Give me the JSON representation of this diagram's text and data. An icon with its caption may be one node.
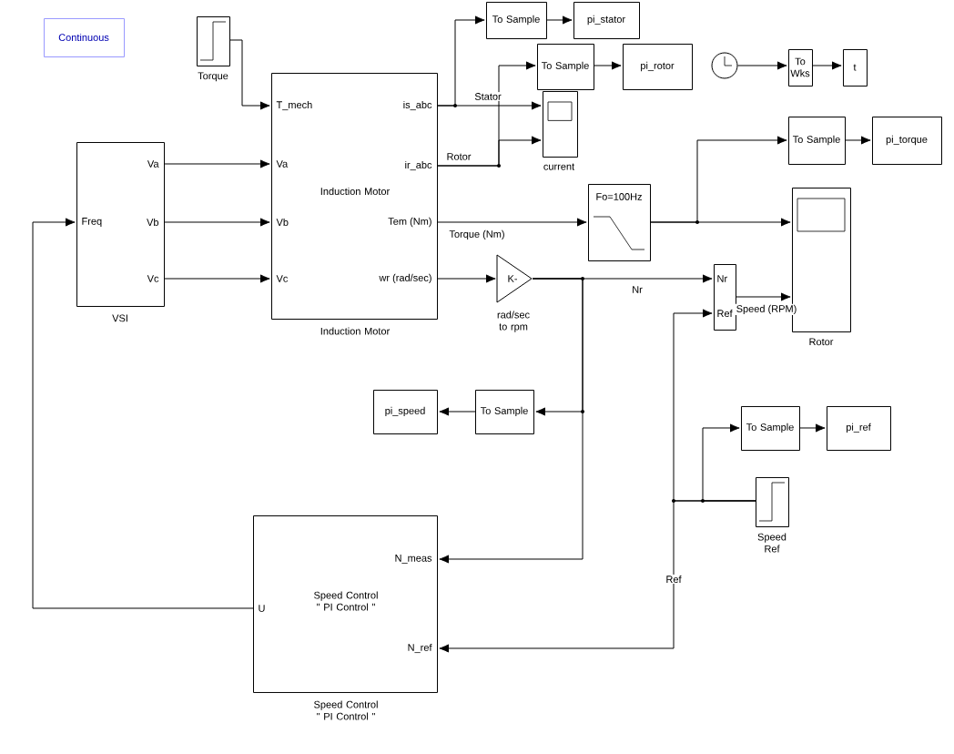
{
  "diagram": {
    "nodes": [
      {
        "text": [
          "Continuous"
        ]
      },
      {
        "text": [],
        "shape": "box",
        "beside": [
          "Torque"
        ]
      },
      {
        "text": [
          "Induction Motor",
          "T_mech",
          "Va",
          "Vb",
          "Vc",
          "is_abc",
          "ir_abc",
          "Tem (Nm)",
          "wr (rad/sec)"
        ],
        "beside": [
          "Induction Motor"
        ]
      },
      {
        "text": [
          "Freq",
          "Va",
          "Vb",
          "Vc"
        ],
        "beside": [
          "VSI"
        ]
      },
      {
        "text": [
          "To Sample"
        ]
      },
      {
        "text": [
          "pi_stator"
        ]
      },
      {
        "text": [
          "To Sample"
        ]
      },
      {
        "text": [
          "pi_rotor"
        ]
      },
      {
        "text": [],
        "shape": "box",
        "beside": [
          "current"
        ]
      },
      {
        "text": [],
        "shape": "circle"
      },
      {
        "text": [
          "To Wks"
        ]
      },
      {
        "text": [
          "t"
        ]
      },
      {
        "text": [
          "To Sample"
        ]
      },
      {
        "text": [
          "pi_torque"
        ]
      },
      {
        "text": [
          "Fo=100Hz"
        ]
      },
      {
        "text": [],
        "shape": "box",
        "beside": [
          "Rotor"
        ]
      },
      {
        "text": [
          "K-"
        ],
        "beside": [
          "rad/sec to rpm"
        ]
      },
      {
        "text": [
          "Nr",
          "Ref"
        ]
      },
      {
        "text": [
          "To Sample"
        ]
      },
      {
        "text": [
          "pi_speed"
        ]
      },
      {
        "text": [
          "To Sample"
        ]
      },
      {
        "text": [
          "pi_ref"
        ]
      },
      {
        "text": [],
        "shape": "box",
        "beside": [
          "Speed Ref"
        ]
      },
      {
        "text": [
          "Speed Control \" PI Control \"",
          "N_meas",
          "N_ref",
          "U"
        ],
        "beside": [
          "Speed Control \" PI Control \""
        ]
      }
    ],
    "edges": [
      {
        "from": 1,
        "to": 2,
        "arrow": "to"
      },
      {
        "from": 3,
        "to": 2,
        "arrow": "to"
      },
      {
        "from": 3,
        "to": 2,
        "arrow": "to"
      },
      {
        "from": 3,
        "to": 2,
        "arrow": "to"
      },
      {
        "from": 2,
        "to": 4,
        "arrow": "to"
      },
      {
        "from": 2,
        "to": 8,
        "arrow": "to",
        "label": "Stator"
      },
      {
        "from": 2,
        "to": 6,
        "arrow": "to"
      },
      {
        "from": 2,
        "to": 8,
        "arrow": "to",
        "label": "Rotor"
      },
      {
        "from": 4,
        "to": 5,
        "arrow": "to"
      },
      {
        "from": 6,
        "to": 7,
        "arrow": "to"
      },
      {
        "from": 9,
        "to": 10,
        "arrow": "to"
      },
      {
        "from": 10,
        "to": 11,
        "arrow": "to"
      },
      {
        "from": 12,
        "to": 13,
        "arrow": "to"
      },
      {
        "from": 2,
        "to": 14,
        "arrow": "to",
        "label": "Torque (Nm)"
      },
      {
        "from": 14,
        "to": 12,
        "arrow": "to"
      },
      {
        "from": 14,
        "to": 15,
        "arrow": "to"
      },
      {
        "from": 2,
        "to": 16,
        "arrow": "to"
      },
      {
        "from": 16,
        "to": 17,
        "arrow": "to",
        "label": "Nr"
      },
      {
        "from": 16,
        "to": 18,
        "arrow": "to"
      },
      {
        "from": 16,
        "to": 23,
        "arrow": "to"
      },
      {
        "from": 17,
        "to": 15,
        "arrow": "to",
        "label": "Speed (RPM)"
      },
      {
        "from": 18,
        "to": 19,
        "arrow": "to"
      },
      {
        "from": 22,
        "to": 17,
        "arrow": "to"
      },
      {
        "from": 22,
        "to": 23,
        "arrow": "to",
        "label": "Ref"
      },
      {
        "from": 22,
        "to": 20,
        "arrow": "to"
      },
      {
        "from": 20,
        "to": 21,
        "arrow": "to"
      },
      {
        "from": 23,
        "to": 3,
        "arrow": "to"
      }
    ]
  }
}
